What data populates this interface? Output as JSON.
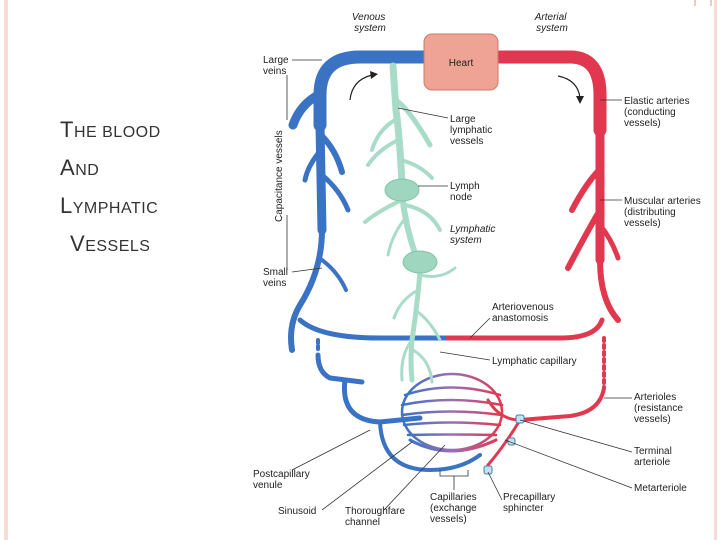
{
  "slide": {
    "title_lines": [
      "The Blood",
      "and",
      "Lymphatic",
      "Vessels"
    ]
  },
  "diagram": {
    "center": {
      "heart": "Heart"
    },
    "headers": {
      "venous": [
        "Venous",
        "system"
      ],
      "arterial": [
        "Arterial",
        "system"
      ]
    },
    "left_labels": {
      "large_veins": [
        "Large",
        "veins"
      ],
      "capacitance": "Capacitance vessels",
      "small_veins": [
        "Small",
        "veins"
      ],
      "postcapillary": [
        "Postcapillary",
        "venule"
      ],
      "sinusoid": "Sinusoid",
      "thoroughfare": [
        "Thoroughfare",
        "channel"
      ]
    },
    "lymph_labels": {
      "large_lymphatic": [
        "Large",
        "lymphatic",
        "vessels"
      ],
      "lymph_node": [
        "Lymph",
        "node"
      ],
      "lymphatic_system": [
        "Lymphatic",
        "system"
      ],
      "lymphatic_capillary": "Lymphatic capillary"
    },
    "right_labels": {
      "elastic": [
        "Elastic arteries",
        "(conducting",
        "vessels)"
      ],
      "muscular": [
        "Muscular arteries",
        "(distributing",
        "vessels)"
      ],
      "av_anastomosis": [
        "Arteriovenous",
        "anastomosis"
      ],
      "arterioles": [
        "Arterioles",
        "(resistance",
        "vessels)"
      ],
      "terminal": [
        "Terminal",
        "arteriole"
      ],
      "metarteriole": "Metarteriole"
    },
    "bottom_labels": {
      "capillaries": [
        "Capillaries",
        "(exchange",
        "vessels)"
      ],
      "precapillary": [
        "Precapillary",
        "sphincter"
      ]
    },
    "colors": {
      "vein": "#3b73c4",
      "artery": "#e2384f",
      "lymph": "#a8dcc8",
      "heart": "#eea394"
    }
  }
}
